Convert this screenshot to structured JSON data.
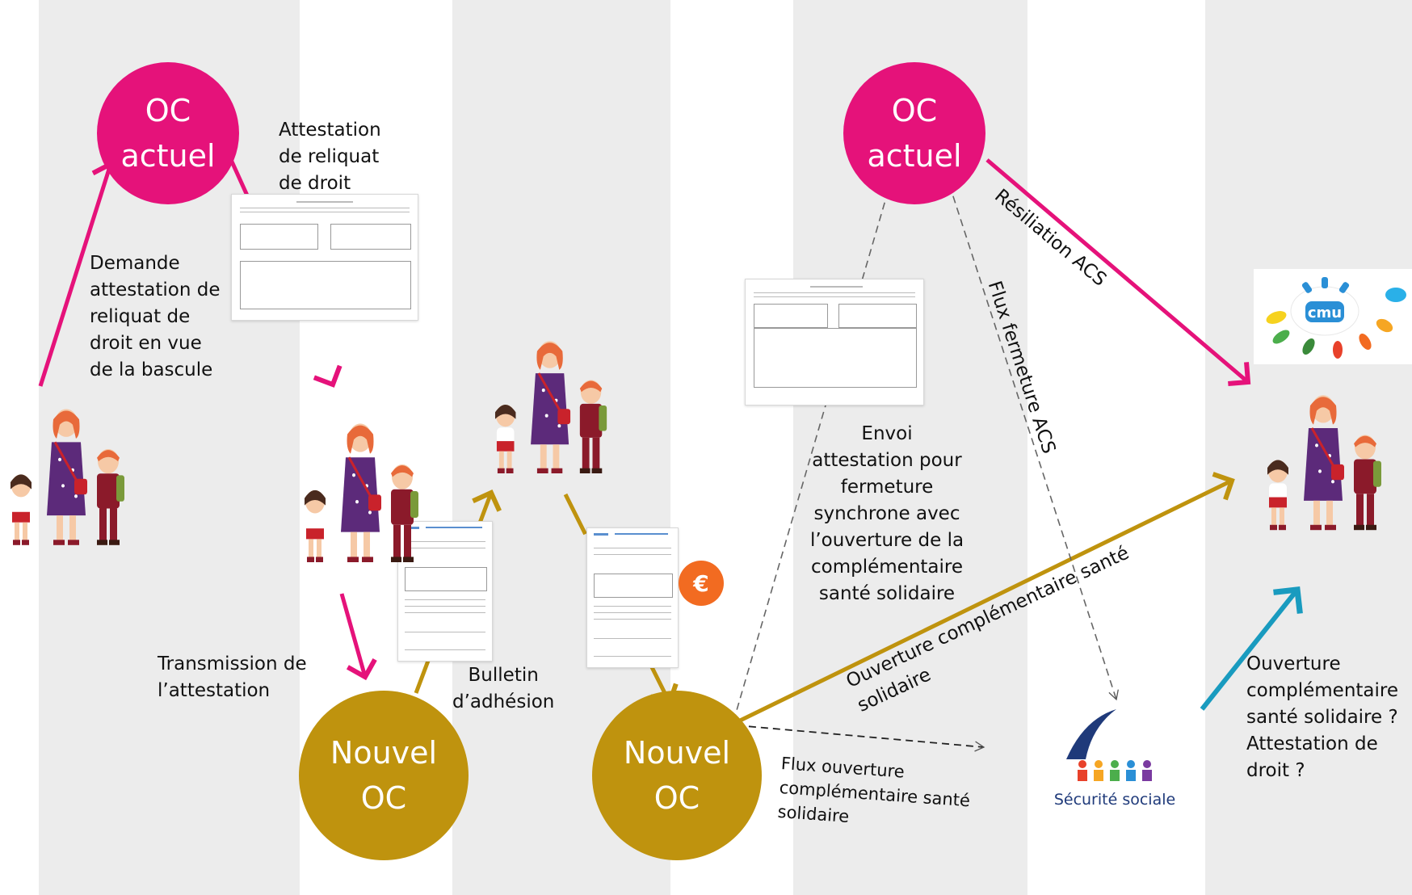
{
  "nodes": {
    "oc_actuel_left": [
      "OC",
      "actuel"
    ],
    "oc_actuel_right": [
      "OC",
      "actuel"
    ],
    "nouvel_oc_1": [
      "Nouvel",
      "OC"
    ],
    "nouvel_oc_2": [
      "Nouvel",
      "OC"
    ]
  },
  "labels": {
    "demande": [
      "Demande",
      "attestation de",
      "reliquat de",
      "droit en vue",
      "de la bascule"
    ],
    "attestation_reliquat": [
      "Attestation",
      "de reliquat",
      "de droit"
    ],
    "transmission": [
      "Transmission de",
      "l’attestation"
    ],
    "bulletin": [
      "Bulletin",
      "d’adhésion"
    ],
    "envoi": [
      "Envoi",
      "attestation pour",
      "fermeture",
      "synchrone avec",
      "l’ouverture de la",
      "complémentaire",
      "santé solidaire"
    ],
    "flux_ouverture": [
      "Flux ouverture",
      "complémentaire santé",
      "solidaire"
    ],
    "resiliation": "Résiliation ACS",
    "flux_fermeture": "Flux fermeture ACS",
    "ouverture_diag": "Ouverture complémentaire santé solidaire",
    "ouverture_question": [
      "Ouverture",
      "complémentaire",
      "santé solidaire ?",
      "Attestation de",
      "droit ?"
    ],
    "euro": "€",
    "cmu": "cmu",
    "secu": "Sécurité sociale"
  },
  "colors": {
    "pink": "#e5127a",
    "gold": "#bf930e",
    "teal": "#199bbf",
    "band": "#ececec",
    "euro": "#f26b21"
  }
}
